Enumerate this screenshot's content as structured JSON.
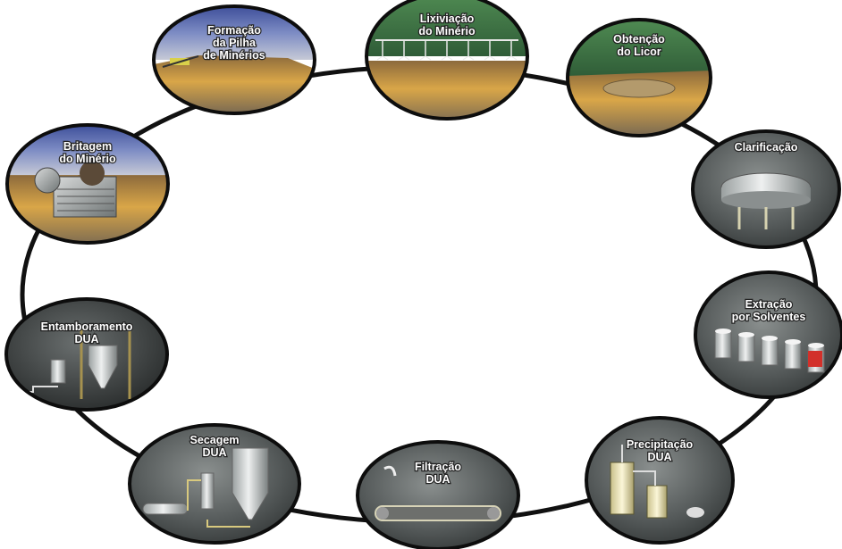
{
  "stages": [
    {
      "id": "britagem",
      "scene": "crusher",
      "lines": [
        "Britagem",
        "do Minério"
      ]
    },
    {
      "id": "formacao",
      "scene": "heap",
      "lines": [
        "Formação",
        "da Pilha",
        "de Minérios"
      ]
    },
    {
      "id": "lixiviacao",
      "scene": "leach",
      "lines": [
        "Lixiviação",
        "do Minério"
      ]
    },
    {
      "id": "obtencao",
      "scene": "liquor",
      "lines": [
        "Obtenção",
        "do Licor"
      ]
    },
    {
      "id": "clarificacao",
      "scene": "clarifier",
      "lines": [
        "Clarificação"
      ]
    },
    {
      "id": "extracao",
      "scene": "solvent",
      "lines": [
        "Extração",
        "por Solventes"
      ]
    },
    {
      "id": "precipitacao",
      "scene": "precipitation",
      "lines": [
        "Precipitação",
        "DUA"
      ]
    },
    {
      "id": "filtracao",
      "scene": "filtration",
      "lines": [
        "Filtração",
        "DUA"
      ]
    },
    {
      "id": "secagem",
      "scene": "drying",
      "lines": [
        "Secagem",
        "DUA"
      ]
    },
    {
      "id": "entamboramento",
      "scene": "drumming",
      "lines": [
        "Entamboramento",
        "DUA"
      ]
    }
  ]
}
